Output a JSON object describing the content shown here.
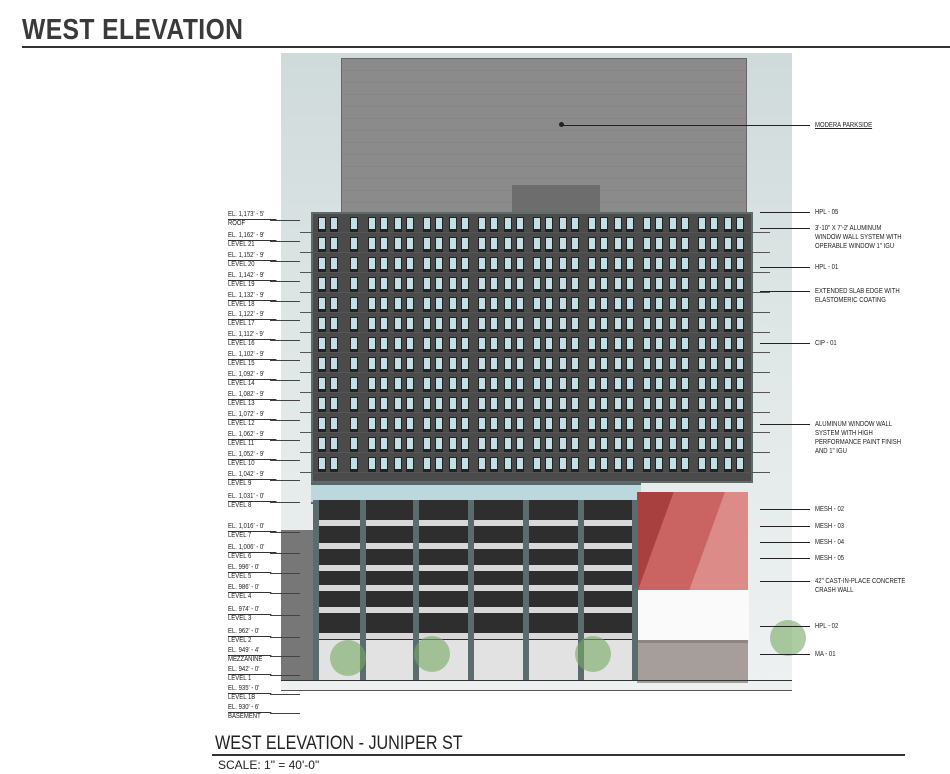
{
  "title": "WEST ELEVATION",
  "bottom_title": "WEST ELEVATION - JUNIPER ST",
  "scale": "SCALE:  1\" = 40'-0\"",
  "levels": [
    {
      "el": "EL. 1,173' - 5'",
      "name": "ROOF"
    },
    {
      "el": "EL. 1,162' - 9'",
      "name": "LEVEL 21"
    },
    {
      "el": "EL. 1,152' - 9'",
      "name": "LEVEL 20"
    },
    {
      "el": "EL. 1,142' - 9'",
      "name": "LEVEL 19"
    },
    {
      "el": "EL. 1,132' - 9'",
      "name": "LEVEL 18"
    },
    {
      "el": "EL. 1,122' - 9'",
      "name": "LEVEL 17"
    },
    {
      "el": "EL. 1,112' - 9'",
      "name": "LEVEL 16"
    },
    {
      "el": "EL. 1,102' - 9'",
      "name": "LEVEL 15"
    },
    {
      "el": "EL. 1,092' - 9'",
      "name": "LEVEL 14"
    },
    {
      "el": "EL. 1,082' - 9'",
      "name": "LEVEL 13"
    },
    {
      "el": "EL. 1,072' - 9'",
      "name": "LEVEL 12"
    },
    {
      "el": "EL. 1,062' - 9'",
      "name": "LEVEL 11"
    },
    {
      "el": "EL. 1,052' - 9'",
      "name": "LEVEL 10"
    },
    {
      "el": "EL. 1,042' - 9'",
      "name": "LEVEL 9"
    },
    {
      "el": "EL. 1,031' - 0'",
      "name": "LEVEL 8"
    },
    {
      "el": "EL. 1,016' - 0'",
      "name": "LEVEL 7"
    },
    {
      "el": "EL. 1,006' - 0'",
      "name": "LEVEL 6"
    },
    {
      "el": "EL. 996' - 0'",
      "name": "LEVEL 5"
    },
    {
      "el": "EL. 986' - 0'",
      "name": "LEVEL 4"
    },
    {
      "el": "EL. 974' - 0'",
      "name": "LEVEL 3"
    },
    {
      "el": "EL. 962' - 0'",
      "name": "LEVEL 2"
    },
    {
      "el": "EL. 949' - 4'",
      "name": "MEZZANINE"
    },
    {
      "el": "EL. 942' - 0'",
      "name": "LEVEL 1"
    },
    {
      "el": "EL. 935' - 0'",
      "name": "LEVEL 1B"
    },
    {
      "el": "EL. 930' - 6'",
      "name": "BASEMENT"
    }
  ],
  "notes": [
    "MODERA PARKSIDE",
    "HPL - 05",
    "3'-10\" X 7'-2' ALUMINUM WINDOW WALL SYSTEM WITH OPERABLE WINDOW 1\" IGU",
    "HPL - 01",
    "EXTENDED SLAB EDGE WITH ELASTOMERIC COATING",
    "CIP - 01",
    "ALUMINUM WINDOW WALL SYSTEM WITH HIGH PERFORMANCE PAINT FINISH AND 1\" IGU",
    "MESH - 02",
    "MESH - 03",
    "MESH - 04",
    "MESH - 05",
    "42\" CAST-IN-PLACE CONCRETE CRASH WALL",
    "HPL - 02",
    "MA - 01"
  ]
}
